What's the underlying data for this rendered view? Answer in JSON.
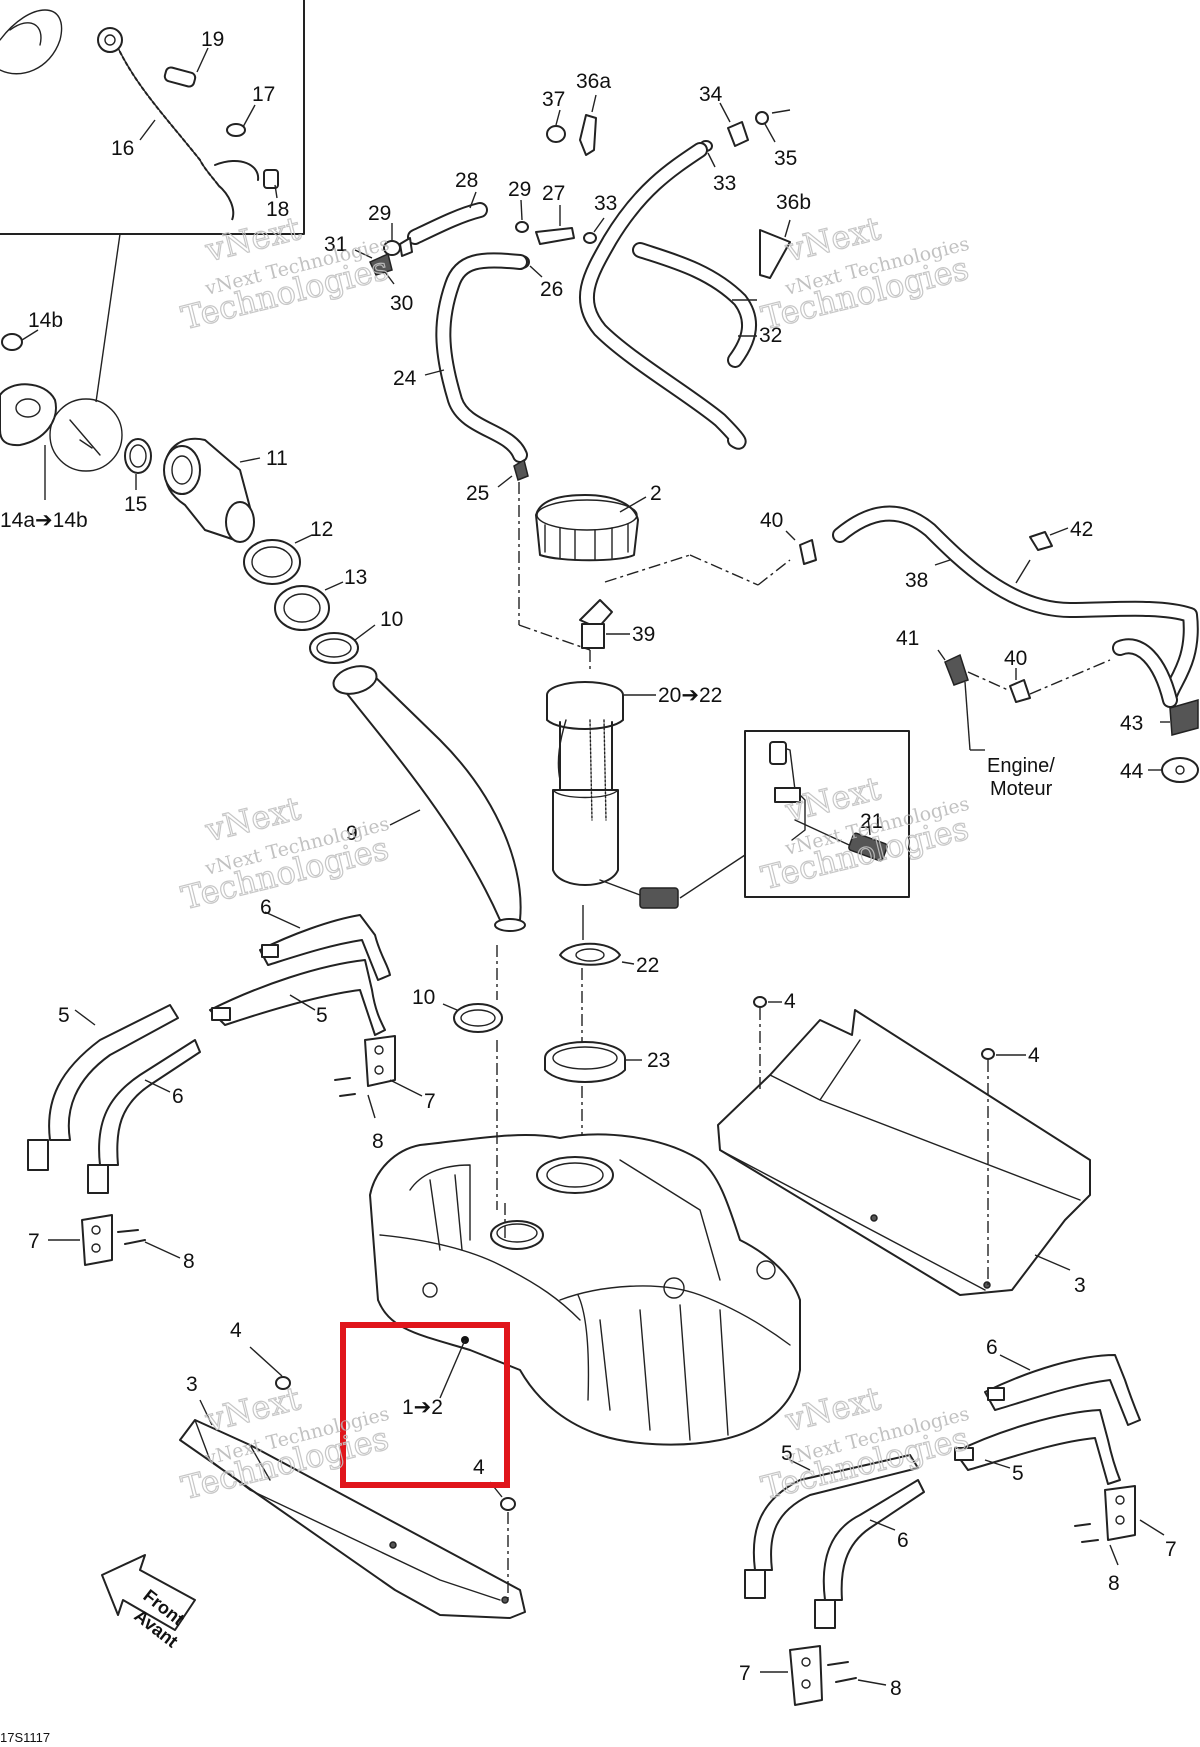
{
  "diagram": {
    "ref_code": "17S1117",
    "front_label": {
      "line1": "Front",
      "line2": "Avant"
    },
    "engine_label": {
      "line1": "Engine/",
      "line2": "Moteur"
    },
    "watermark": {
      "line1": "vNext Technologies",
      "line2": "Technologies",
      "line3": "vNext"
    },
    "highlight_label": "1➔2",
    "callouts": {
      "c19": "19",
      "c17": "17",
      "c16": "16",
      "c18": "18",
      "c37": "37",
      "c36a": "36a",
      "c34": "34",
      "c35": "35",
      "c33a": "33",
      "c28": "28",
      "c29a": "29",
      "c27": "27",
      "c33b": "33",
      "c36b": "36b",
      "c31": "31",
      "c29b": "29",
      "c30": "30",
      "c26": "26",
      "c32": "32",
      "c14b": "14b",
      "c11": "11",
      "c15": "15",
      "c14ab": "14a➔14b",
      "c24": "24",
      "c25": "25",
      "c2": "2",
      "c12": "12",
      "c13": "13",
      "c10a": "10",
      "c40a": "40",
      "c42": "42",
      "c38": "38",
      "c39": "39",
      "c41": "41",
      "c40b": "40",
      "c2022": "20➔22",
      "c43": "43",
      "c44": "44",
      "c9": "9",
      "c21": "21",
      "c6a": "6",
      "c22": "22",
      "c5a": "5",
      "c10b": "10",
      "c5b": "5",
      "c6b": "6",
      "c7a": "7",
      "c8a": "8",
      "c4a": "4",
      "c23": "23",
      "c4b": "4",
      "c7b": "7",
      "c8b": "8",
      "c3a": "3",
      "c4c": "4",
      "c3b": "3",
      "c4d": "4",
      "c6c": "6",
      "c5c": "5",
      "c5d": "5",
      "c6d": "6",
      "c7c": "7",
      "c8c": "8",
      "c7d": "7",
      "c8d": "8"
    }
  }
}
